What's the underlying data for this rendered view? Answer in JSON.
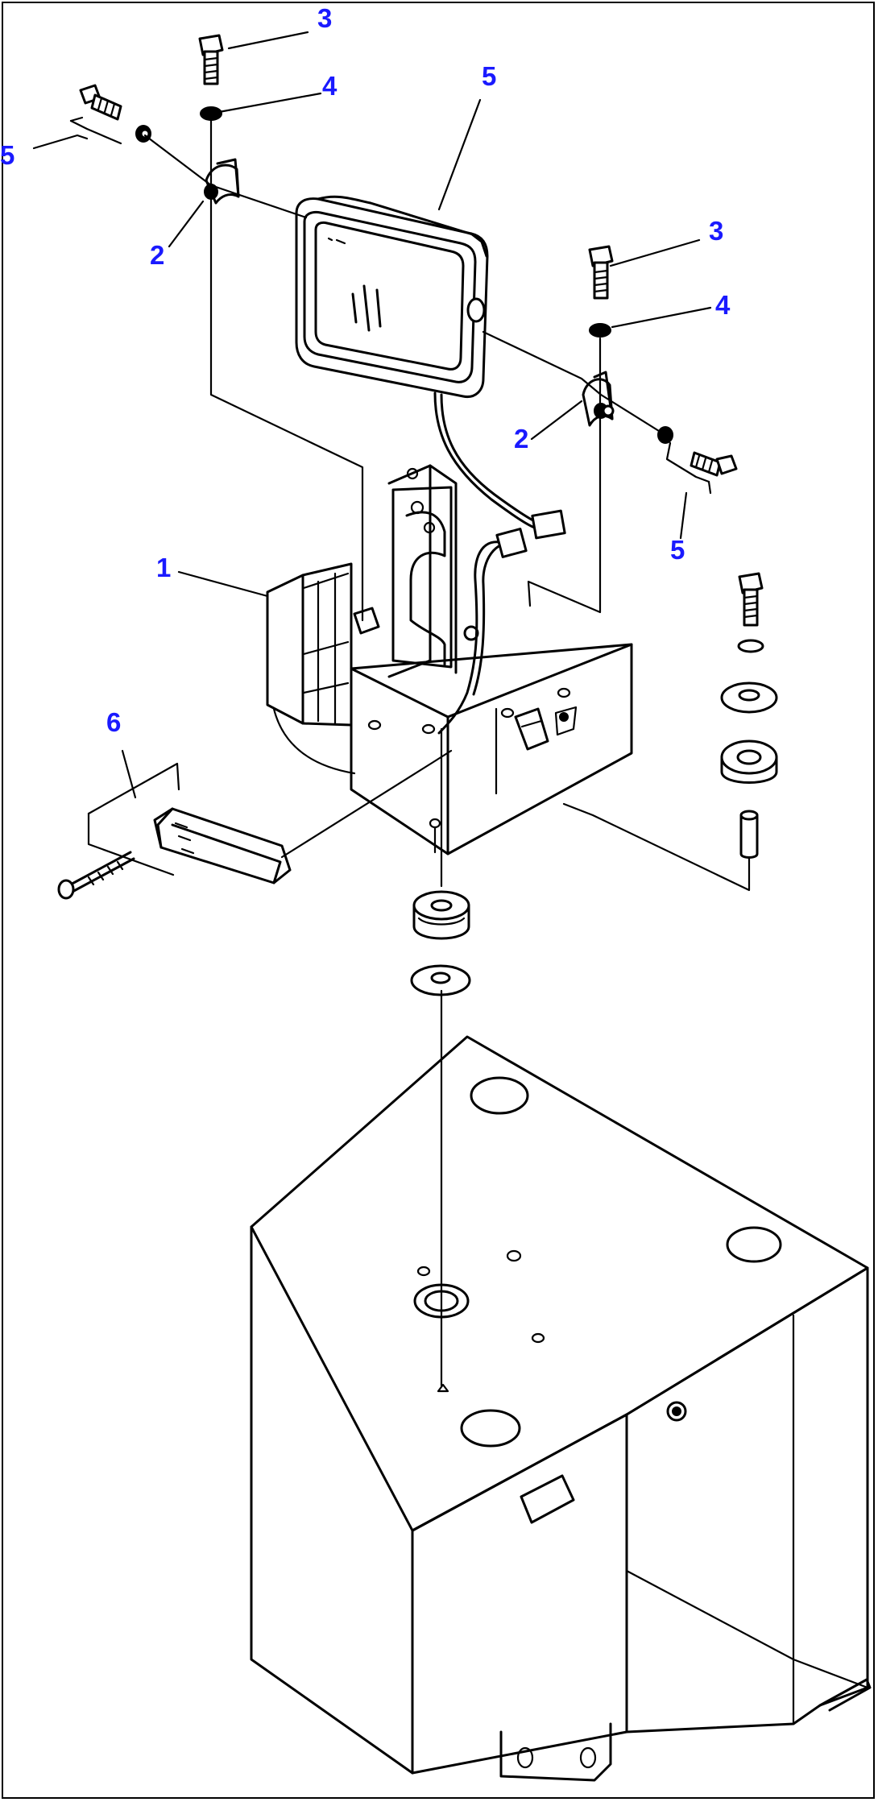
{
  "diagram": {
    "accent_color": "#1a1aff",
    "line_color": "#000000",
    "callouts": [
      {
        "id": "c3a",
        "label": "3"
      },
      {
        "id": "c4a",
        "label": "4"
      },
      {
        "id": "c5a",
        "label": "5"
      },
      {
        "id": "c5b",
        "label": "5"
      },
      {
        "id": "c2a",
        "label": "2"
      },
      {
        "id": "c3b",
        "label": "3"
      },
      {
        "id": "c4b",
        "label": "4"
      },
      {
        "id": "c2b",
        "label": "2"
      },
      {
        "id": "c5c",
        "label": "5"
      },
      {
        "id": "c1",
        "label": "1"
      },
      {
        "id": "c6",
        "label": "6"
      }
    ],
    "parts": [
      {
        "name": "work-lamp",
        "icon": "lamp-icon"
      },
      {
        "name": "lamp-bracket",
        "icon": "bracket-icon"
      },
      {
        "name": "clamp-left",
        "icon": "clamp-icon"
      },
      {
        "name": "clamp-right",
        "icon": "clamp-icon"
      },
      {
        "name": "bolt",
        "icon": "bolt-icon"
      },
      {
        "name": "washer",
        "icon": "washer-icon"
      },
      {
        "name": "marker-lamp",
        "icon": "marker-lamp-icon"
      },
      {
        "name": "cab-body",
        "icon": "housing-icon"
      }
    ]
  }
}
